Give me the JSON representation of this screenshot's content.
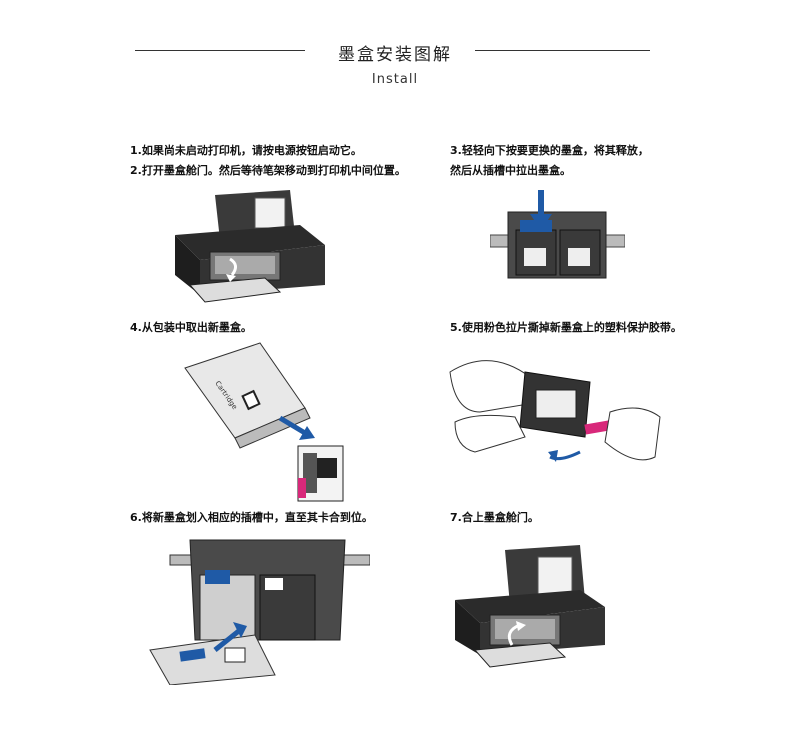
{
  "header": {
    "title": "墨盒安装图解",
    "subtitle": "Install"
  },
  "steps": {
    "s1_line1": "1.如果尚未启动打印机，请按电源按钮启动它。",
    "s1_line2": "2.打开墨盒舱门。然后等待笔架移动到打印机中间位置。",
    "s3_line1": "3.轻轻向下按要更换的墨盒，将其释放，",
    "s3_line2": "然后从插槽中拉出墨盒。",
    "s4": "4.从包装中取出新墨盒。",
    "s5": "5.使用粉色拉片撕掉新墨盒上的塑料保护胶带。",
    "s6": "6.将新墨盒划入相应的插槽中，直至其卡合到位。",
    "s7": "7.合上墨盒舱门。"
  },
  "package_text": "Cartridge",
  "colors": {
    "arrow_blue": "#1f5aa6",
    "pink_tab": "#d8287a",
    "printer_dark": "#2b2b2b"
  }
}
